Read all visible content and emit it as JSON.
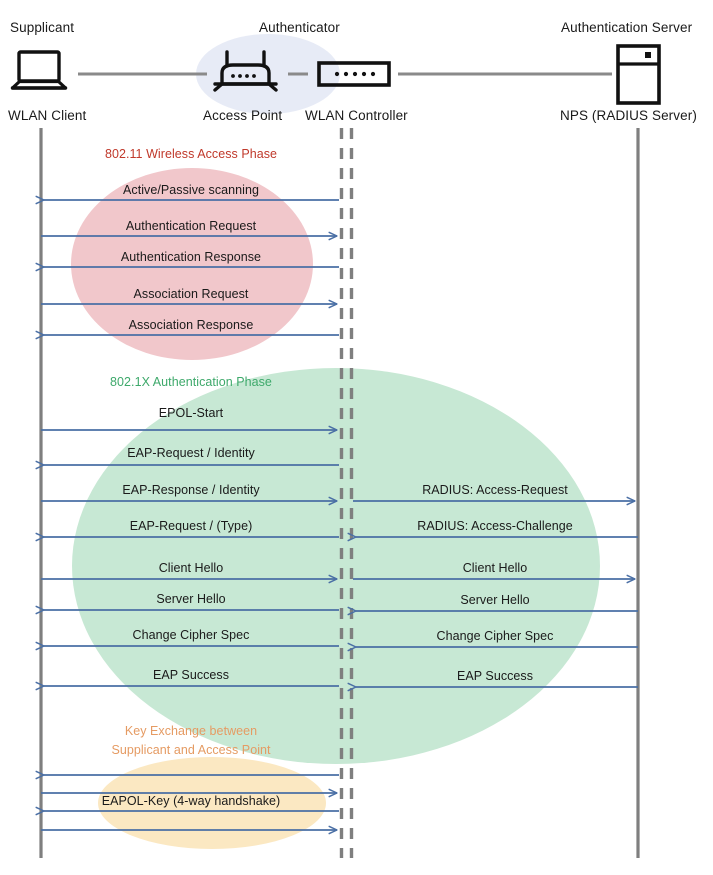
{
  "diagram": {
    "title_roles": {
      "supplicant": "Supplicant",
      "authenticator": "Authenticator",
      "auth_server": "Authentication Server"
    },
    "nodes": {
      "client": "WLAN Client",
      "access_point": "Access Point",
      "wlan_controller": "WLAN Controller",
      "nps": "NPS (RADIUS Server)"
    },
    "phases": [
      {
        "id": "phase-80211",
        "label": "802.11 Wireless Access Phase",
        "color": "#C0392B",
        "ellipse_fill": "#F2C9CC"
      },
      {
        "id": "phase-8021x",
        "label": "802.1X Authentication Phase",
        "color": "#3EA96B",
        "ellipse_fill": "#C5E8D2"
      },
      {
        "id": "phase-key-exchange",
        "label": "Key Exchange between Supplicant and Access Point",
        "label_line1": "Key Exchange between",
        "label_line2": "Supplicant and Access Point",
        "color": "#E59B63",
        "ellipse_fill": "#FBE7BF"
      }
    ],
    "messages_left": [
      {
        "label": "Active/Passive scanning",
        "direction": "left"
      },
      {
        "label": "Authentication Request",
        "direction": "right"
      },
      {
        "label": "Authentication Response",
        "direction": "left"
      },
      {
        "label": "Association Request",
        "direction": "right"
      },
      {
        "label": "Association Response",
        "direction": "left"
      },
      {
        "label": "EPOL-Start",
        "direction": "right"
      },
      {
        "label": "EAP-Request / Identity",
        "direction": "left"
      },
      {
        "label": "EAP-Response / Identity",
        "direction": "right"
      },
      {
        "label": "EAP-Request / (Type)",
        "direction": "left"
      },
      {
        "label": "Client Hello",
        "direction": "right"
      },
      {
        "label": "Server Hello",
        "direction": "left"
      },
      {
        "label": "Change Cipher Spec",
        "direction": "left"
      },
      {
        "label": "EAP Success",
        "direction": "left"
      },
      {
        "label": "",
        "direction": "left"
      },
      {
        "label": "",
        "direction": "right"
      },
      {
        "label": "EAPOL-Key (4-way handshake)",
        "direction": "left"
      },
      {
        "label": "",
        "direction": "right"
      }
    ],
    "messages_right": [
      {
        "label": "RADIUS: Access-Request",
        "direction": "right"
      },
      {
        "label": "RADIUS: Access-Challenge",
        "direction": "left"
      },
      {
        "label": "Client Hello",
        "direction": "right"
      },
      {
        "label": "Server Hello",
        "direction": "left"
      },
      {
        "label": "Change Cipher Spec",
        "direction": "left"
      },
      {
        "label": "EAP Success",
        "direction": "left"
      }
    ],
    "colors": {
      "arrow": "#4A6FA5",
      "lifeline": "#808080",
      "connector": "#808080",
      "icon": "#111111",
      "authenticator_halo": "#E6EAF5"
    }
  }
}
